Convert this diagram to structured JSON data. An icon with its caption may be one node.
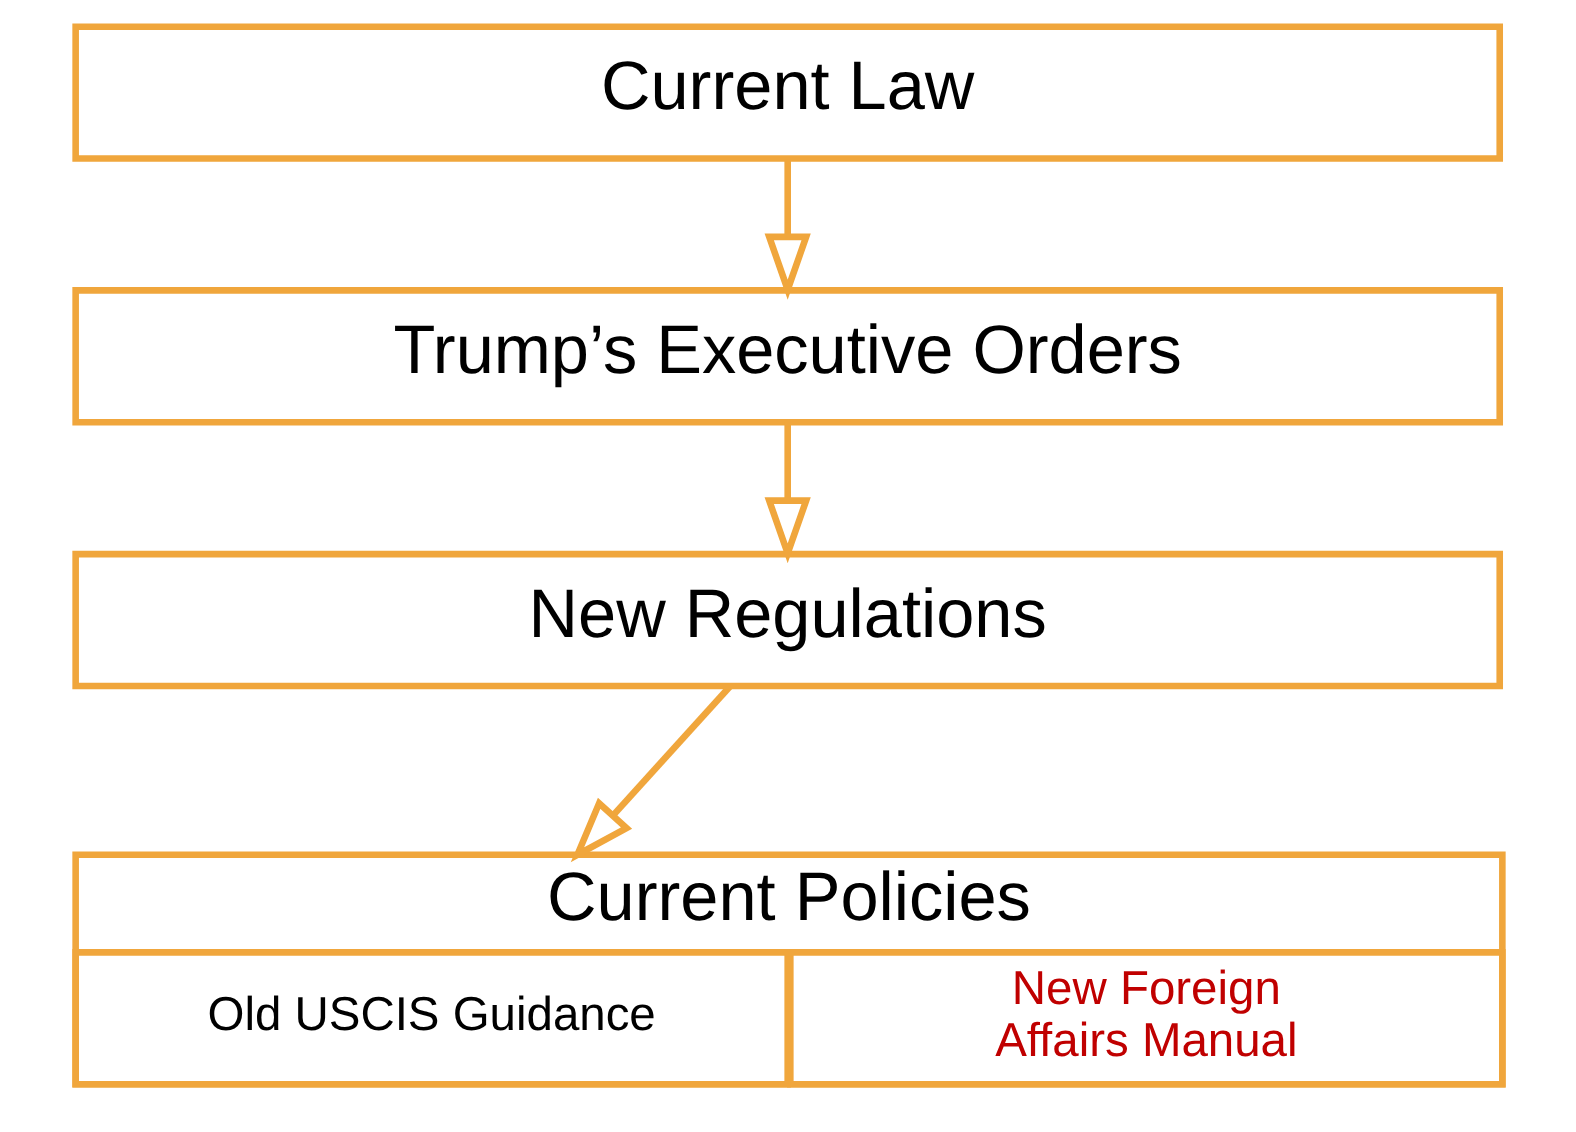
{
  "diagram": {
    "nodes": [
      {
        "text": [
          "Current Law"
        ]
      },
      {
        "text": [
          "Trump’s Executive Orders"
        ]
      },
      {
        "text": [
          "New Regulations"
        ]
      },
      {
        "text": [
          "Current Policies"
        ]
      },
      {
        "text": [
          "Old USCIS Guidance"
        ],
        "in": 3
      },
      {
        "text": [
          "New Foreign Affairs Manual"
        ],
        "in": 3
      }
    ],
    "edges": [
      {
        "from": 0,
        "to": 1,
        "arrow": "to"
      },
      {
        "from": 1,
        "to": 2,
        "arrow": "to"
      },
      {
        "from": 2,
        "to": 3,
        "arrow": "to"
      }
    ]
  }
}
